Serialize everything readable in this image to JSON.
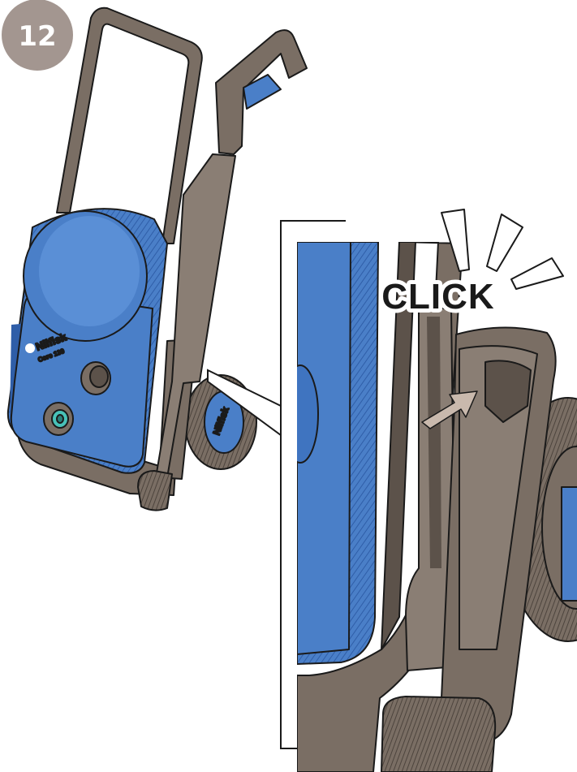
{
  "step": {
    "number": "12"
  },
  "callout": {
    "text": "CLICK"
  },
  "branding": {
    "logo": "Nilfisk",
    "model": "Core 130"
  },
  "colors": {
    "frame": "#7a6e64",
    "frame_dark": "#5c524a",
    "body_blue": "#4a7fc8",
    "body_blue_dark": "#2f5ea8",
    "badge": "#a39690",
    "arrow": "#c9b9ad",
    "outline": "#1a1a1a"
  },
  "icons": [
    "step-number-badge",
    "click-sound-rays",
    "push-direction-arrow",
    "nilfisk-logo-icon"
  ]
}
